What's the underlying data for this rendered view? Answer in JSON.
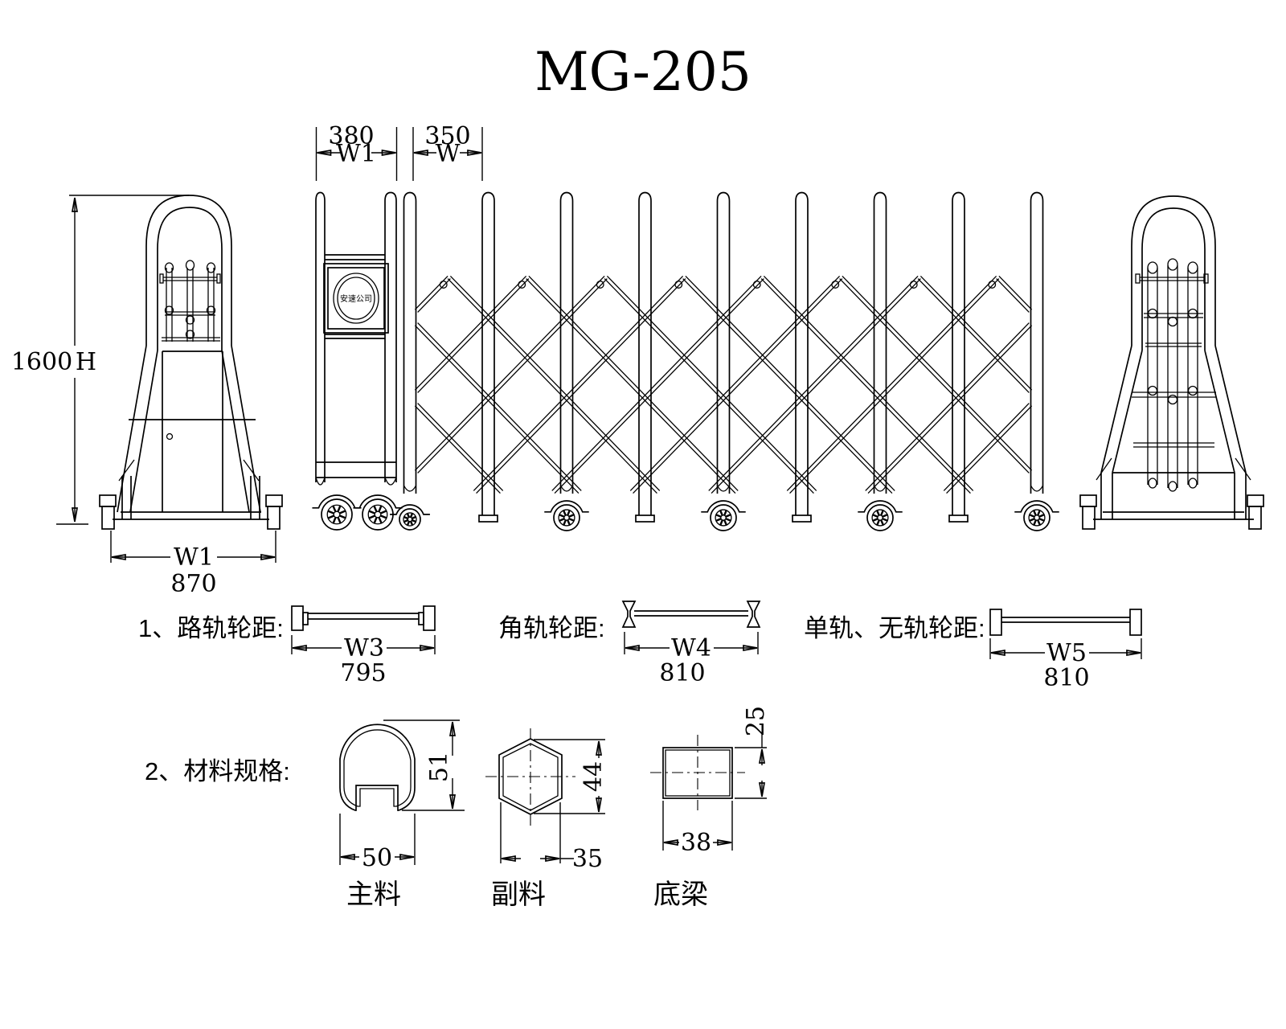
{
  "title": "MG-205",
  "front_view": {
    "logo_text": "安速公司"
  },
  "dims": {
    "top_w1": {
      "label": "W1",
      "value": "380"
    },
    "top_w": {
      "label": "W",
      "value": "350"
    },
    "height": {
      "label": "H",
      "value": "1600"
    },
    "base_w1": {
      "label": "W1",
      "value": "870"
    },
    "w3": {
      "label": "W3",
      "value": "795"
    },
    "w4": {
      "label": "W4",
      "value": "810"
    },
    "w5": {
      "label": "W5",
      "value": "810"
    }
  },
  "notes": {
    "note1_index_label": "1、路轨轮距:",
    "note1_corner_label": "角轨轮距:",
    "note1_single_label": "单轨、无轨轮距:",
    "note2_index_label": "2、材料规格:"
  },
  "profiles": {
    "main": {
      "label": "主料",
      "width": "50",
      "height": "51"
    },
    "aux": {
      "label": "副料",
      "width": "35",
      "height": "44"
    },
    "beam": {
      "label": "底梁",
      "width": "38",
      "height": "25"
    }
  }
}
